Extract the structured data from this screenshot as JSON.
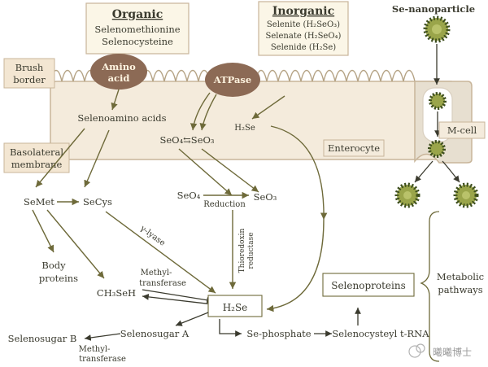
{
  "organic": {
    "title": "Organic",
    "line1": "Selenomethionine",
    "line2": "Selenocysteine"
  },
  "inorganic": {
    "title": "Inorganic",
    "line1": "Selenite (H₂SeO₃)",
    "line2": "Selenate (H₂SeO₄)",
    "line3": "Selenide (H₂Se)"
  },
  "labels": {
    "se_nanoparticle": "Se-nanoparticle",
    "brush_border_1": "Brush",
    "brush_border_2": "border",
    "basolateral_1": "Basolateral",
    "basolateral_2": "membrane",
    "amino_acid_1": "Amino",
    "amino_acid_2": "acid",
    "atpase": "ATPase",
    "selenoamino_acids": "Selenoamino acids",
    "seo4_seo3": "SeO₄⇆SeO₃",
    "h2se_top": "H₂Se",
    "enterocyte": "Enterocyte",
    "m_cell": "M-cell",
    "semet": "SeMet",
    "secys": "SeCys",
    "seo4": "SeO₄",
    "seo3": "SeO₃",
    "reduction": "Reduction",
    "gamma_lyase": "γ-lyase",
    "thioredoxin_1": "Thioredoxin",
    "thioredoxin_2": "reductase",
    "body_1": "Body",
    "body_2": "proteins",
    "methyl_1": "Methyl-",
    "methyl_2": "transferase",
    "ch3seh": "CH₃SeH",
    "h2se_box": "H₂Se",
    "selenoproteins": "Selenoproteins",
    "metabolic_1": "Metabolic",
    "metabolic_2": "pathways",
    "selenosugar_b": "Selenosugar B",
    "selenosugar_a": "Selenosugar A",
    "methyl2_1": "Methyl-",
    "methyl2_2": "transferase",
    "se_phosphate": "Se-phosphate",
    "selenocysteyl": "Selenocysteyl t-RNA",
    "watermark": "曦曦博士"
  },
  "colors": {
    "cell_fill": "#f4ebdc",
    "cell_stroke": "#c8b59a",
    "box_fill": "#fbf6e7",
    "oval_fill": "#8c6a55",
    "arrow": "#6e6a3a",
    "text": "#3a3a2e",
    "nano_fill": "#9aa54a",
    "nano_ring": "#3d4e1e"
  }
}
